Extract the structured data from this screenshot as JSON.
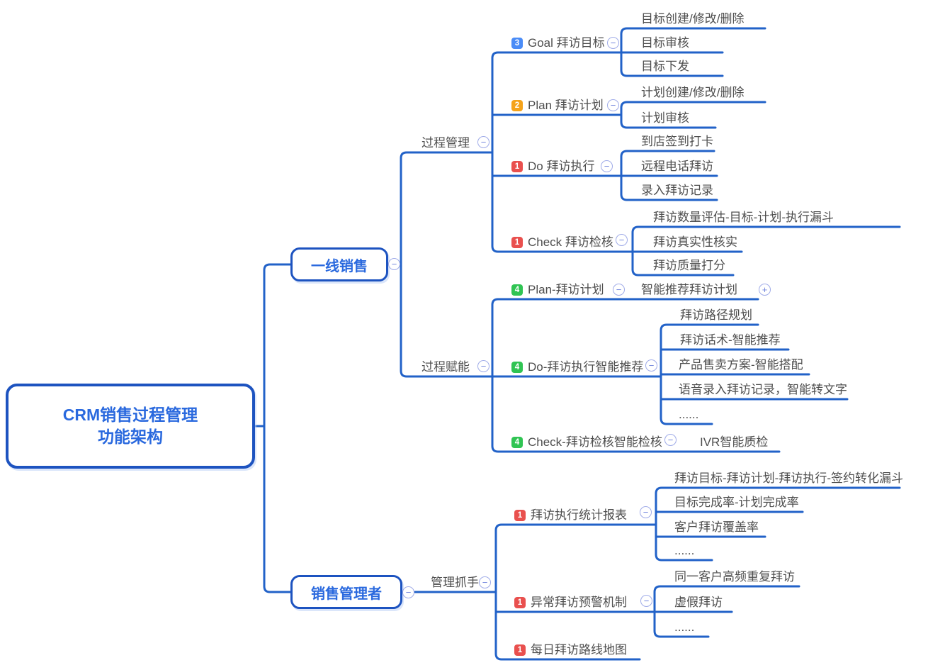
{
  "colors": {
    "line": "#2262c8",
    "box-border": "#1d53c0",
    "box-text": "#2a69de",
    "text": "#4e4e4e",
    "badge-red": "#e9504e",
    "badge-orange": "#f5a31b",
    "badge-blue": "#4a8cf7",
    "badge-green": "#30c453",
    "ctl-border": "#9fabe8",
    "ctl-glyph": "#6f83dc",
    "bg": "#ffffff"
  },
  "ui": {
    "collapse_glyph": "−",
    "expand_glyph": "+"
  },
  "root": {
    "line1": "CRM销售过程管理",
    "line2": "功能架构"
  },
  "nodes": {
    "frontline": {
      "label": "一线销售"
    },
    "manager": {
      "label": "销售管理者"
    },
    "process_mgmt": {
      "label": "过程管理"
    },
    "process_enable": {
      "label": "过程赋能"
    },
    "mgmt_grip": {
      "label": "管理抓手"
    },
    "goal": {
      "badge": "3",
      "label": "Goal 拜访目标"
    },
    "goal_c1": {
      "label": "目标创建/修改/删除"
    },
    "goal_c2": {
      "label": "目标审核"
    },
    "goal_c3": {
      "label": "目标下发"
    },
    "plan": {
      "badge": "2",
      "label": "Plan 拜访计划"
    },
    "plan_c1": {
      "label": "计划创建/修改/删除"
    },
    "plan_c2": {
      "label": "计划审核"
    },
    "do": {
      "badge": "1",
      "label": "Do 拜访执行"
    },
    "do_c1": {
      "label": "到店签到打卡"
    },
    "do_c2": {
      "label": "远程电话拜访"
    },
    "do_c3": {
      "label": "录入拜访记录"
    },
    "check": {
      "badge": "1",
      "label": "Check 拜访检核"
    },
    "check_c1": {
      "label": "拜访数量评估-目标-计划-执行漏斗"
    },
    "check_c2": {
      "label": "拜访真实性核实"
    },
    "check_c3": {
      "label": "拜访质量打分"
    },
    "eplan": {
      "badge": "4",
      "label": "Plan-拜访计划"
    },
    "eplan_c1": {
      "label": "智能推荐拜访计划"
    },
    "edo": {
      "badge": "4",
      "label": "Do-拜访执行智能推荐"
    },
    "edo_c1": {
      "label": "拜访路径规划"
    },
    "edo_c2": {
      "label": "拜访话术-智能推荐"
    },
    "edo_c3": {
      "label": "产品售卖方案-智能搭配"
    },
    "edo_c4": {
      "label": "语音录入拜访记录，智能转文字"
    },
    "edo_c5": {
      "label": "......"
    },
    "echeck": {
      "badge": "4",
      "label": "Check-拜访检核智能检核"
    },
    "echeck_c1": {
      "label": "IVR智能质检"
    },
    "report": {
      "badge": "1",
      "label": "拜访执行统计报表"
    },
    "report_c1": {
      "label": "拜访目标-拜访计划-拜访执行-签约转化漏斗"
    },
    "report_c2": {
      "label": "目标完成率-计划完成率"
    },
    "report_c3": {
      "label": "客户拜访覆盖率"
    },
    "report_c4": {
      "label": "......"
    },
    "alert": {
      "badge": "1",
      "label": "异常拜访预警机制"
    },
    "alert_c1": {
      "label": "同一客户高频重复拜访"
    },
    "alert_c2": {
      "label": "虚假拜访"
    },
    "alert_c3": {
      "label": "......"
    },
    "route": {
      "badge": "1",
      "label": "每日拜访路线地图"
    }
  }
}
